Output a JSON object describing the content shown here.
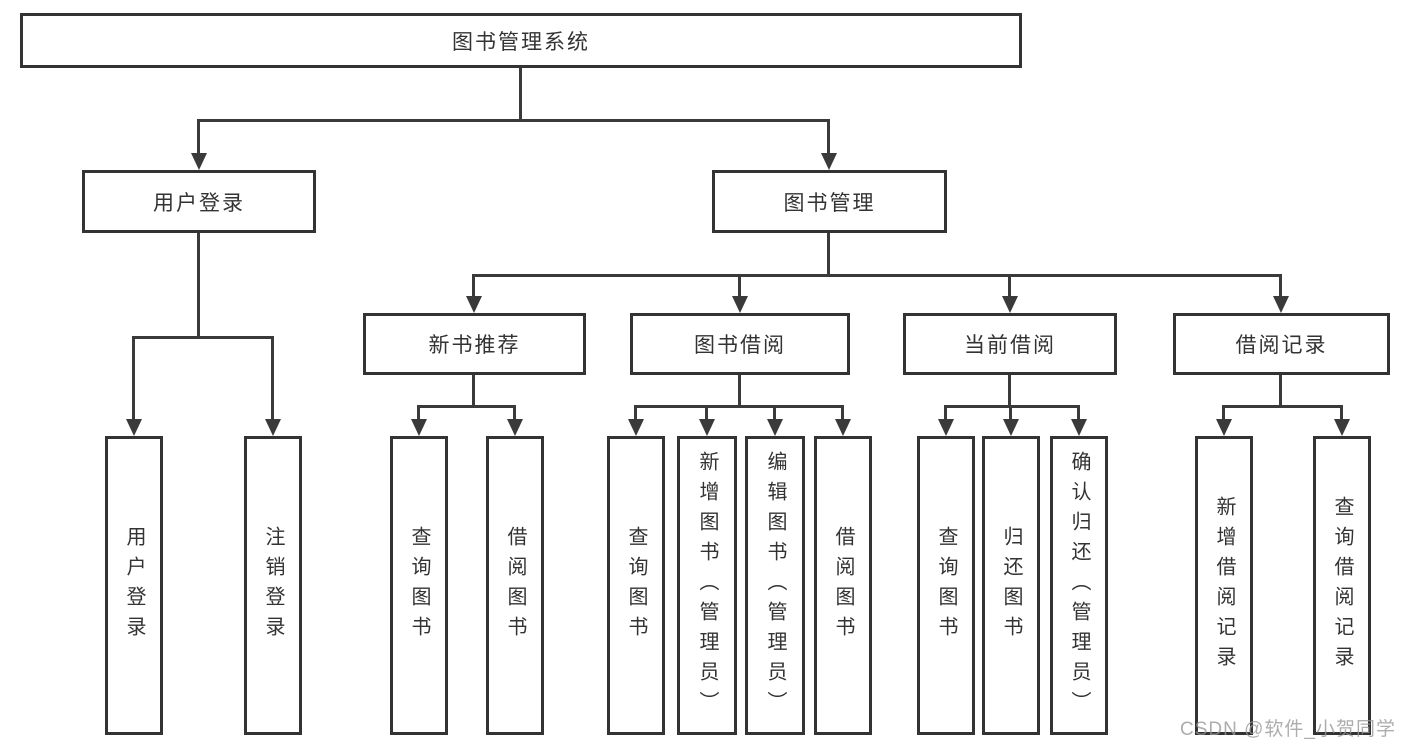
{
  "diagram": {
    "colors": {
      "line": "#3a3a3a",
      "box_border": "#333333",
      "text": "#333333",
      "background": "#ffffff",
      "watermark": "#969696"
    },
    "nodes": {
      "root": "图书管理系统",
      "user_login": "用户登录",
      "book_mgmt": "图书管理",
      "new_book_rec": "新书推荐",
      "book_borrow": "图书借阅",
      "current_borrow": "当前借阅",
      "borrow_record": "借阅记录"
    },
    "leaves": {
      "user": [
        "用户登录",
        "注销登录"
      ],
      "new_book": [
        "查询图书",
        "借阅图书"
      ],
      "book_borrow": [
        "查询图书",
        "新增图书（管理员）",
        "编辑图书（管理员）",
        "借阅图书"
      ],
      "current": [
        "查询图书",
        "归还图书",
        "确认归还（管理员）"
      ],
      "record": [
        "新增借阅记录",
        "查询借阅记录"
      ]
    },
    "watermark": "CSDN @软件_小贺同学"
  }
}
